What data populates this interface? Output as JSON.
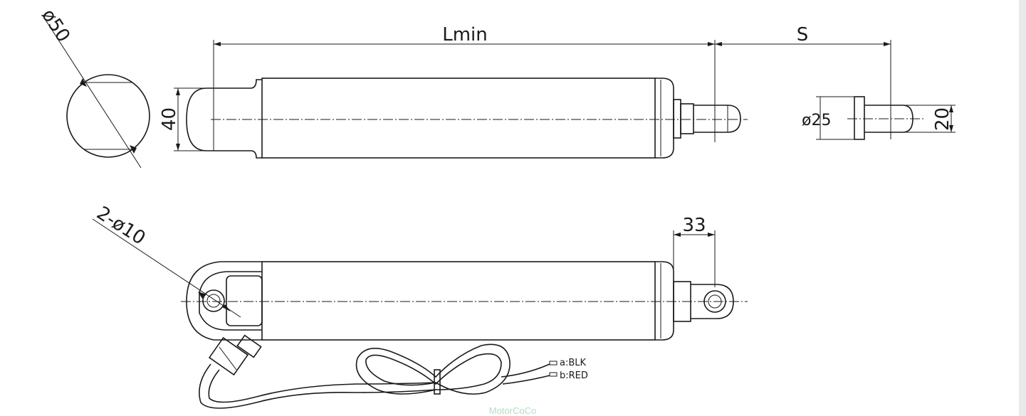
{
  "drawing": {
    "labels": {
      "stroke_length": "S",
      "min_length": "Lmin",
      "body_diameter": "ø50",
      "rear_height": "40",
      "rod_diameter": "ø25",
      "rod_end_height": "20",
      "mount_holes": "2-ø10",
      "front_offset": "33",
      "wire_a": "a:BLK",
      "wire_b": "b:RED"
    },
    "watermark": "MotorCoCo",
    "colors": {
      "line": "#1a1a1a",
      "background": "#ffffff",
      "watermark": "#b7dcc2"
    }
  }
}
